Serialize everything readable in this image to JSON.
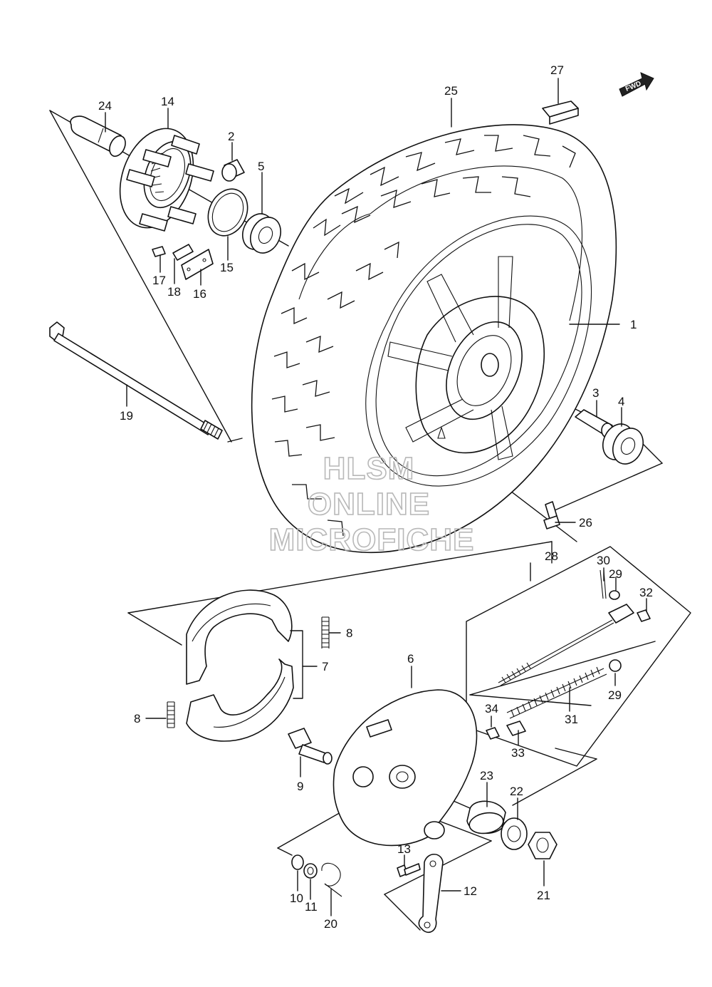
{
  "labels": {
    "p1": "1",
    "p2": "2",
    "p3": "3",
    "p4": "4",
    "p5": "5",
    "p6": "6",
    "p7": "7",
    "p8a": "8",
    "p8b": "8",
    "p9": "9",
    "p10": "10",
    "p11": "11",
    "p12": "12",
    "p13": "13",
    "p14": "14",
    "p15": "15",
    "p16": "16",
    "p17": "17",
    "p18": "18",
    "p19": "19",
    "p20": "20",
    "p21": "21",
    "p22": "22",
    "p23": "23",
    "p24": "24",
    "p25": "25",
    "p26": "26",
    "p27": "27",
    "p28": "28",
    "p29a": "29",
    "p29b": "29",
    "p30": "30",
    "p31": "31",
    "p32": "32",
    "p33": "33",
    "p34": "34"
  },
  "fwd_arrow": "FWD",
  "watermark": {
    "line1": "HLSM",
    "line2": "ONLINE",
    "line3": "MICROFICHE"
  }
}
